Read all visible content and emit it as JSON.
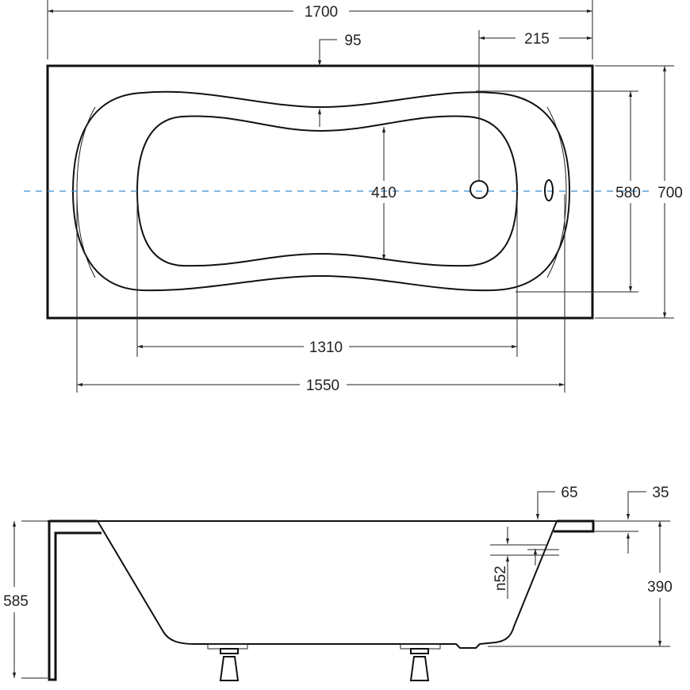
{
  "top_view": {
    "overall_length": "1700",
    "rim_offset": "95",
    "drain_offset": "215",
    "inner_width_waist": "410",
    "bowl_width": "580",
    "overall_width": "700",
    "bottom_length": "1310",
    "bowl_length": "1550",
    "centerline_color": "#3a8fd0"
  },
  "side_view": {
    "overall_height": "585",
    "depth": "390",
    "flange_offset": "65",
    "rim_thickness": "35",
    "overflow_height": "n52"
  }
}
